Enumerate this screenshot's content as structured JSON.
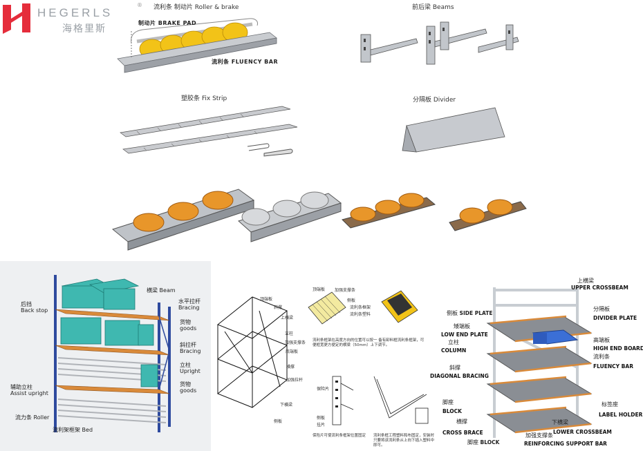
{
  "brand": {
    "name": "HEGERLS",
    "name_cn": "海格里斯",
    "registered": "®",
    "color": "#e52d3b"
  },
  "top_left": {
    "title": "流利条 制动片 Roller & brake",
    "brake_pad": "制动片 BRAKE PAD",
    "fluency_bar": "流利条 FLUENCY BAR"
  },
  "top_right": {
    "title": "前后梁 Beams"
  },
  "middle_left": {
    "title": "塑胶条 Fix Strip"
  },
  "middle_right": {
    "title": "分隔板 Divider"
  },
  "left_diagram": {
    "labels": [
      {
        "cn": "横梁",
        "en": "Beam"
      },
      {
        "cn": "水平拉杆",
        "en": "Bracing"
      },
      {
        "cn": "后挡",
        "en": "Back stop"
      },
      {
        "cn": "货物",
        "en": "goods"
      },
      {
        "cn": "斜拉杆",
        "en": "Bracing"
      },
      {
        "cn": "立柱",
        "en": "Upright"
      },
      {
        "cn": "货物",
        "en": "goods"
      },
      {
        "cn": "辅助立柱",
        "en": "Assist upright"
      },
      {
        "cn": "流力条",
        "en": "Roller"
      },
      {
        "cn": "流利架框架",
        "en": "Bed"
      }
    ]
  },
  "center_diagram": {
    "labels": [
      "顶端板",
      "斜撑",
      "上横梁",
      "立柱",
      "加强支撑条",
      "底端板",
      "横撑",
      "加强拉杆",
      "下横梁",
      "侧板"
    ],
    "detail_labels": [
      "顶端板",
      "加强支撑条",
      "侧板",
      "流利条框架",
      "流利条塑料"
    ],
    "note": "流利条框架在高度方向的位置可以按一 备有卸料框流利条框架，可便框宽更方便定的横梁（50mm）上下调节。",
    "bottom_left_labels": [
      "侧板",
      "挂片",
      "保险片"
    ],
    "bottom_left_caption": "保险片可使流利条框架位置固定",
    "bottom_right_caption": "流利条框工程塑料和布固定，安装时只要将该流利条从上向下插入塑料中即可。"
  },
  "right_diagram": {
    "labels": [
      {
        "cn": "上横梁",
        "en": "UPPER CROSSBEAM"
      },
      {
        "cn": "侧板",
        "en": "SIDE PLATE"
      },
      {
        "cn": "分隔板",
        "en": "DIVIDER PLATE"
      },
      {
        "cn": "矮端板",
        "en": "LOW END PLATE"
      },
      {
        "cn": "立柱",
        "en": "COLUMN"
      },
      {
        "cn": "高端板",
        "en": "HIGH END BOARD"
      },
      {
        "cn": "流利条",
        "en": "FLUENCY BAR"
      },
      {
        "cn": "斜撑",
        "en": "DIAGONAL BRACING"
      },
      {
        "cn": "脚座",
        "en": "BLOCK"
      },
      {
        "cn": "标签座",
        "en": "LABEL HOLDER"
      },
      {
        "cn": "横撑",
        "en": "CROSS BRACE"
      },
      {
        "cn": "下横梁",
        "en": "LOWER CROSSBEAM"
      },
      {
        "cn": "脚座",
        "en": "BLOCK"
      },
      {
        "cn": "加强支撑条",
        "en": "REINFORCING SUPPORT BAR"
      }
    ]
  },
  "colors": {
    "roller_yellow": "#f2c318",
    "roller_orange": "#e8962a",
    "steel": "#b9bcc0",
    "rack_blue": "#2e4a9e",
    "goods_teal": "#3fb8b0",
    "bed_orange": "#d98a3a"
  }
}
